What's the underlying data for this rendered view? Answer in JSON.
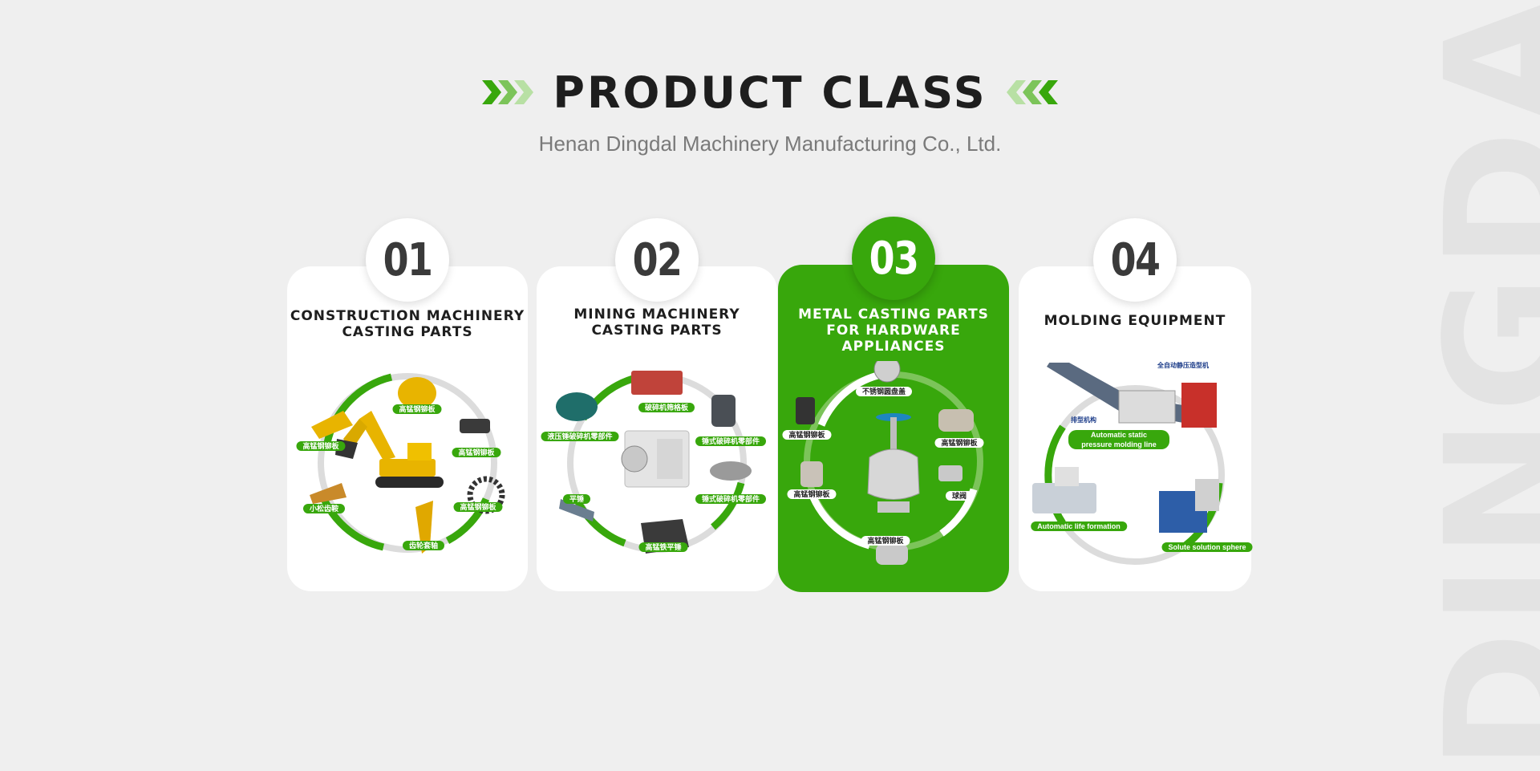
{
  "watermark": "DINGDAR",
  "header": {
    "title": "PRODUCT CLASS",
    "subtitle": "Henan Dingdal Machinery Manufacturing Co., Ltd."
  },
  "colors": {
    "accent": "#38a70c",
    "background": "#efefef",
    "card": "#ffffff",
    "title": "#1e1e1e"
  },
  "cards": [
    {
      "number": "01",
      "title_lines": [
        "CONSTRUCTION MACHINERY",
        "CASTING PARTS"
      ],
      "active": false,
      "labels": [
        "高锰钢铆板",
        "高锰钢铆板",
        "高锰钢铆板",
        "高锰钢铆板",
        "小松齿鞍",
        "齿轮套轴"
      ]
    },
    {
      "number": "02",
      "title_lines": [
        "MINING MACHINERY",
        "CASTING PARTS"
      ],
      "active": false,
      "labels": [
        "破碎机筛格板",
        "液压锤破碎机零部件",
        "锤式破碎机零部件",
        "锤式破碎机零部件",
        "平锤",
        "高锰铁平锤"
      ]
    },
    {
      "number": "03",
      "title_lines": [
        "METAL CASTING PARTS",
        "FOR HARDWARE APPLIANCES"
      ],
      "active": true,
      "labels": [
        "不锈钢圆盘盖",
        "高锰钢铆板",
        "高锰钢铆板",
        "高锰钢铆板",
        "球阀",
        "高锰钢铆板"
      ]
    },
    {
      "number": "04",
      "title_lines": [
        "MOLDING EQUIPMENT"
      ],
      "active": false,
      "labels": [
        "全自动静压造型机",
        "Automatic static pressure molding line",
        "排型机构",
        "Automatic life formation",
        "Solute solution sphere"
      ]
    }
  ]
}
